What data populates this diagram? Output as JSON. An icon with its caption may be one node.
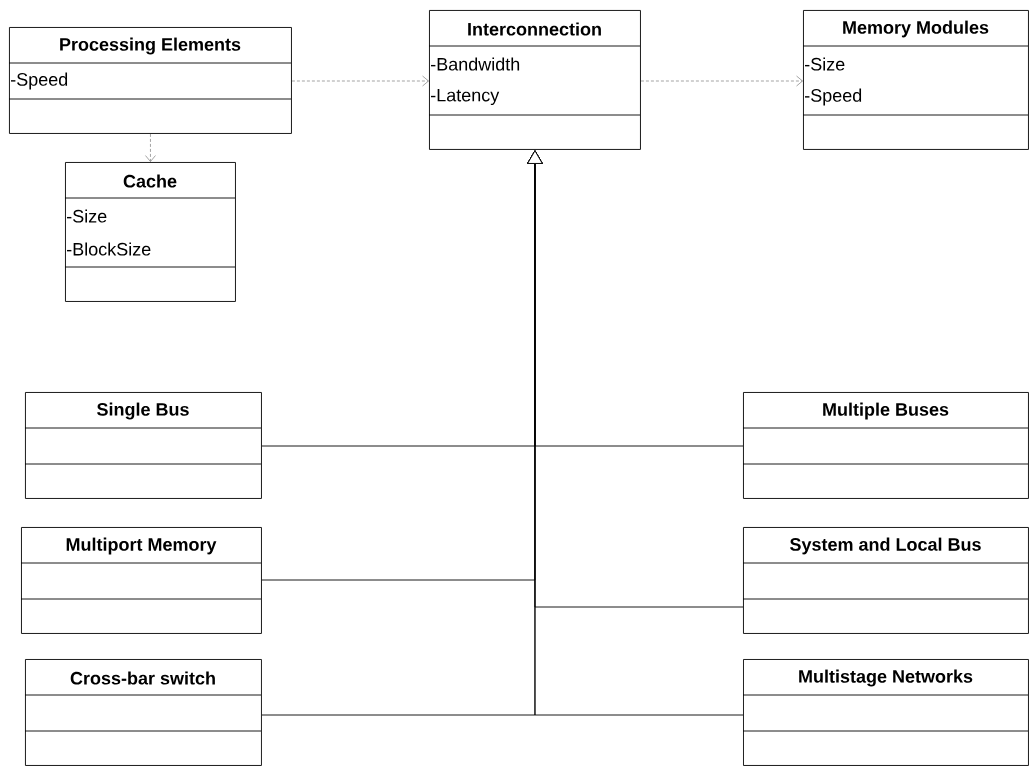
{
  "diagram": {
    "nodes": [
      {
        "text": [
          "Processing Elements",
          "-Speed"
        ]
      },
      {
        "text": [
          "Interconnection",
          "-Bandwidth",
          "-Latency"
        ]
      },
      {
        "text": [
          "Memory Modules",
          "-Size",
          "-Speed"
        ]
      },
      {
        "text": [
          "Cache",
          "-Size",
          "-BlockSize"
        ]
      },
      {
        "text": [
          "Single Bus"
        ]
      },
      {
        "text": [
          "Multiport Memory"
        ]
      },
      {
        "text": [
          "Cross-bar switch"
        ]
      },
      {
        "text": [
          "Multiple Buses"
        ]
      },
      {
        "text": [
          "System and Local Bus"
        ]
      },
      {
        "text": [
          "Multistage Networks"
        ]
      }
    ],
    "edges": [
      {
        "from": 0,
        "to": 1,
        "arrow": "to",
        "style": "dashed",
        "color": "#666666"
      },
      {
        "from": 1,
        "to": 2,
        "arrow": "to",
        "style": "dashed",
        "color": "#666666"
      },
      {
        "from": 0,
        "to": 3,
        "arrow": "to",
        "style": "dashed",
        "color": "#666666"
      },
      {
        "from": 4,
        "to": 1,
        "arrow": "to"
      },
      {
        "from": 5,
        "to": 1,
        "arrow": "to"
      },
      {
        "from": 6,
        "to": 1,
        "arrow": "to"
      },
      {
        "from": 7,
        "to": 1,
        "arrow": "to"
      },
      {
        "from": 8,
        "to": 1,
        "arrow": "to"
      },
      {
        "from": 9,
        "to": 1,
        "arrow": "to"
      }
    ]
  }
}
